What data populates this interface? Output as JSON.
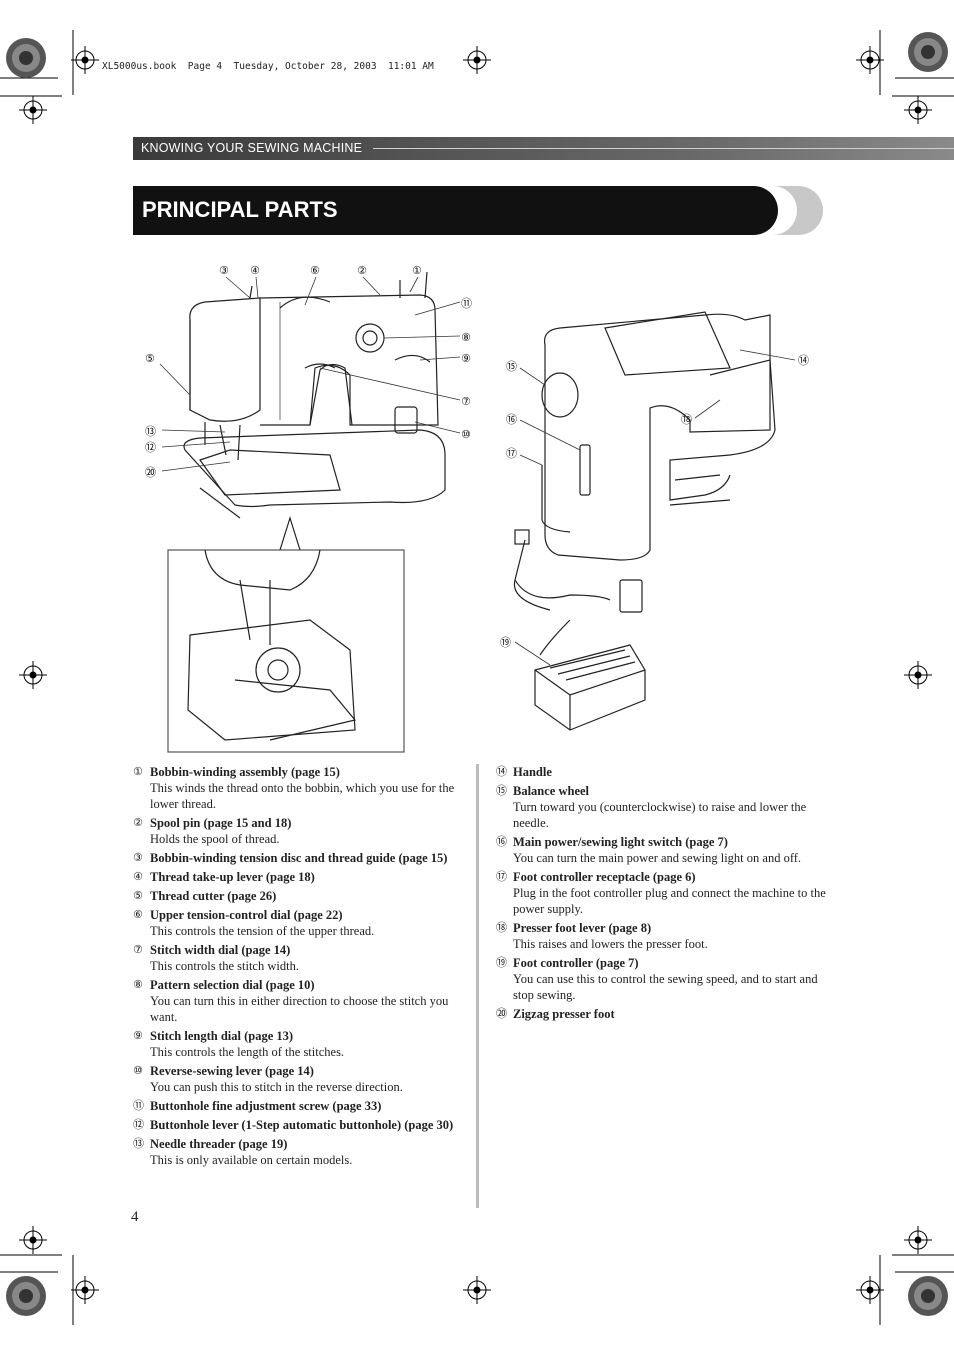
{
  "header": {
    "print_info": "XL5000us.book  Page 4  Tuesday, October 28, 2003  11:01 AM",
    "section": "KNOWING YOUR SEWING MACHINE",
    "title": "PRINCIPAL PARTS"
  },
  "callouts": {
    "c1": "①",
    "c2": "②",
    "c3": "③",
    "c4": "④",
    "c5": "⑤",
    "c6": "⑥",
    "c7": "⑦",
    "c8": "⑧",
    "c9": "⑨",
    "c10": "⑩",
    "c11": "⑪",
    "c12": "⑫",
    "c13": "⑬",
    "c14": "⑭",
    "c15": "⑮",
    "c16": "⑯",
    "c17": "⑰",
    "c18": "⑱",
    "c19": "⑲",
    "c20": "⑳"
  },
  "parts_left": [
    {
      "num": "①",
      "title": "Bobbin-winding assembly (page 15)",
      "desc": "This winds the thread onto the bobbin, which you use for the lower thread."
    },
    {
      "num": "②",
      "title": "Spool pin (page 15 and 18)",
      "desc": "Holds the spool of thread."
    },
    {
      "num": "③",
      "title": "Bobbin-winding tension disc and thread guide (page 15)",
      "desc": ""
    },
    {
      "num": "④",
      "title": "Thread take-up lever (page 18)",
      "desc": ""
    },
    {
      "num": "⑤",
      "title": "Thread cutter (page 26)",
      "desc": ""
    },
    {
      "num": "⑥",
      "title": "Upper tension-control dial (page 22)",
      "desc": "This controls the tension of the upper thread."
    },
    {
      "num": "⑦",
      "title": "Stitch width dial (page 14)",
      "desc": "This controls the stitch width."
    },
    {
      "num": "⑧",
      "title": "Pattern selection dial (page 10)",
      "desc": "You can turn this in either direction to choose the stitch you want."
    },
    {
      "num": "⑨",
      "title": "Stitch length dial (page 13)",
      "desc": "This controls the length of the stitches."
    },
    {
      "num": "⑩",
      "title": "Reverse-sewing lever (page 14)",
      "desc": "You can push this to stitch in the reverse direction."
    },
    {
      "num": "⑪",
      "title": "Buttonhole fine adjustment screw (page 33)",
      "desc": ""
    },
    {
      "num": "⑫",
      "title": "Buttonhole lever (1-Step automatic buttonhole) (page 30)",
      "desc": ""
    },
    {
      "num": "⑬",
      "title": "Needle threader (page 19)",
      "desc": "This is only available on certain models."
    }
  ],
  "parts_right": [
    {
      "num": "⑭",
      "title": "Handle",
      "desc": ""
    },
    {
      "num": "⑮",
      "title": "Balance wheel",
      "desc": "Turn toward you (counterclockwise) to raise and lower the needle."
    },
    {
      "num": "⑯",
      "title": "Main power/sewing light switch (page 7)",
      "desc": "You can turn the main power and sewing light on and off."
    },
    {
      "num": "⑰",
      "title": "Foot controller receptacle (page 6)",
      "desc": "Plug in the foot controller plug and connect the machine to the power supply."
    },
    {
      "num": "⑱",
      "title": "Presser foot lever (page 8)",
      "desc": "This raises and lowers the presser foot."
    },
    {
      "num": "⑲",
      "title": "Foot controller (page 7)",
      "desc": "You can use this to control the sewing speed, and to start and stop sewing."
    },
    {
      "num": "⑳",
      "title": "Zigzag presser foot",
      "desc": ""
    }
  ],
  "footer": {
    "page_number": "4"
  }
}
